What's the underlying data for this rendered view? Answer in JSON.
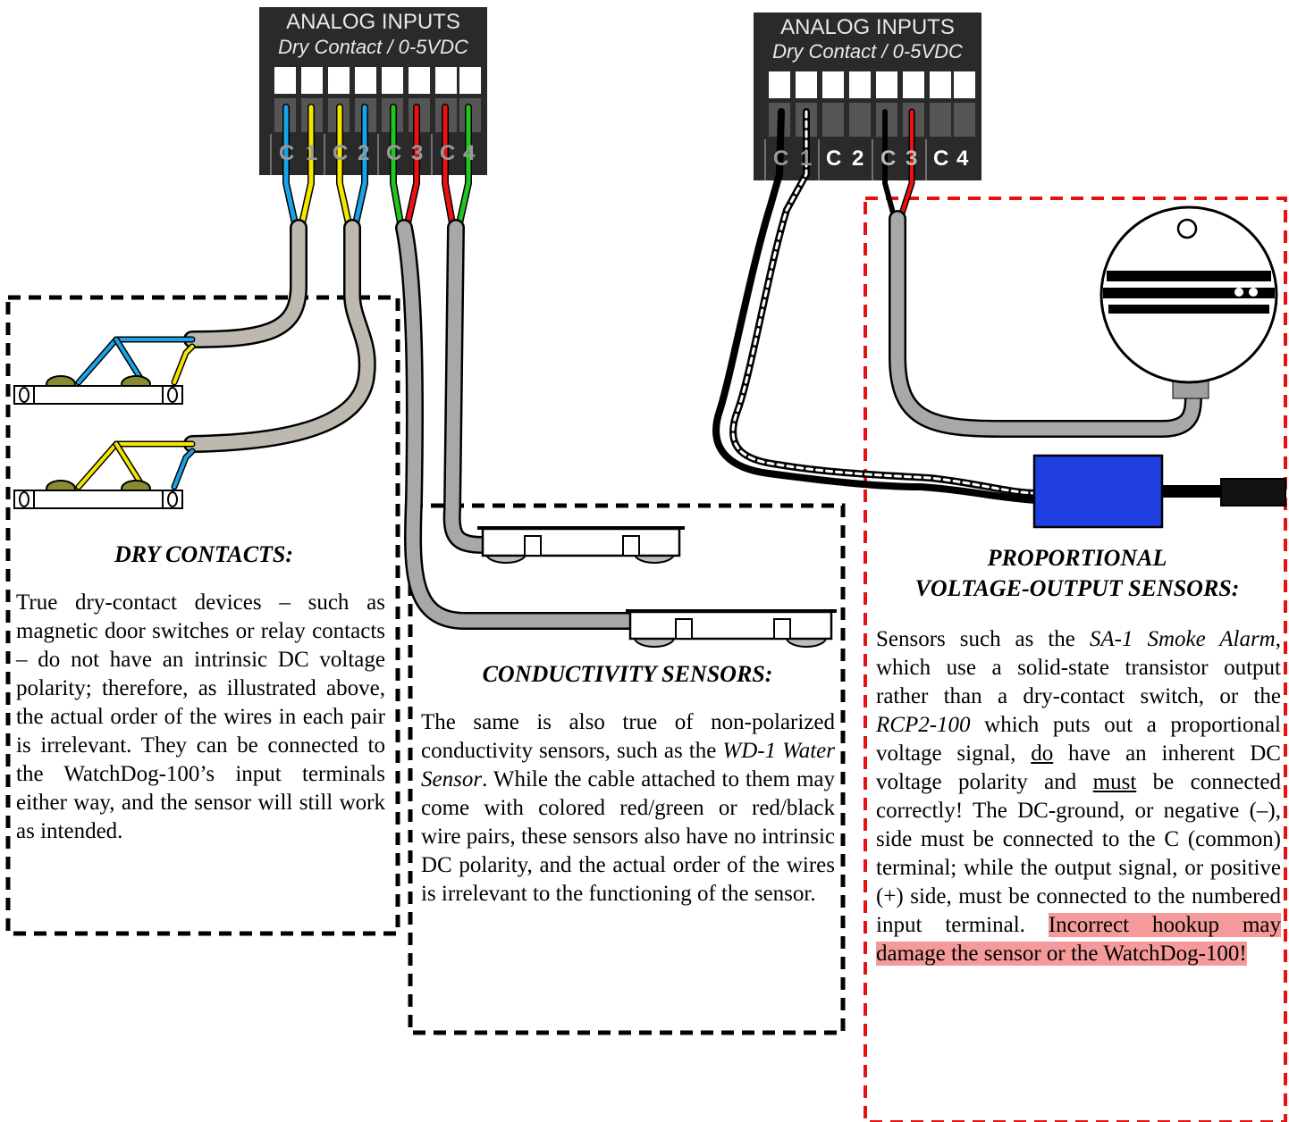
{
  "left_block": {
    "title": "ANALOG INPUTS",
    "subtitle": "Dry Contact / 0-5VDC",
    "terminals": [
      "C",
      "1",
      "C",
      "2",
      "C",
      "3",
      "C",
      "4"
    ]
  },
  "right_block": {
    "title": "ANALOG INPUTS",
    "subtitle": "Dry Contact / 0-5VDC",
    "terminals": [
      "C",
      "1",
      "C",
      "2",
      "C",
      "3",
      "C",
      "4"
    ]
  },
  "dry_contacts": {
    "heading": "DRY CONTACTS:",
    "text": "True dry-contact devices – such as magnetic door switches or relay contacts – do not have an intrinsic DC voltage polarity; therefore, as illustrated above, the actual order of the wires in each pair is irrelevant.  They can be connected to the WatchDog-100’s input terminals either way, and the sensor will still work as intended."
  },
  "conductivity": {
    "heading": "CONDUCTIVITY SENSORS:",
    "text_a": "The same is also true of non-polarized conductivity sensors, such as the ",
    "product": "WD-1 Water Sensor",
    "text_b": ".  While the cable attached to them may come with colored red/green or red/black wire pairs, these sensors also have no intrinsic DC polarity, and the actual order of the wires is irrelevant to the functioning of the sensor."
  },
  "proportional": {
    "heading_line1": "PROPORTIONAL",
    "heading_line2": "VOLTAGE-OUTPUT SENSORS:",
    "t1": "Sensors such as the ",
    "p1": "SA-1 Smoke Alarm",
    "t2": ", which use a solid-state transistor output rather than a dry-contact switch, or the ",
    "p2": "RCP2-100",
    "t3": " which puts out a proportional voltage signal, ",
    "u1": "do",
    "t4": " have an inherent DC voltage polarity and ",
    "u2": "must",
    "t5": " be connected correctly!   The DC-ground, or negative (–), side must be connected to the C (common) terminal; while the output signal, or positive (+) side, must be connected to the numbered input terminal. ",
    "warning": "Incorrect hookup may damage the sensor or the WatchDog-100!"
  },
  "colors": {
    "terminal_block": "#2a2a2a",
    "cable_gray": "#a8a8a8",
    "wire_blue": "#1aa3e8",
    "wire_yellow": "#f5e600",
    "wire_green": "#22c422",
    "wire_red": "#ee1111",
    "adapter_blue": "#1f3fe0",
    "warning_highlight": "#f59a9a"
  }
}
